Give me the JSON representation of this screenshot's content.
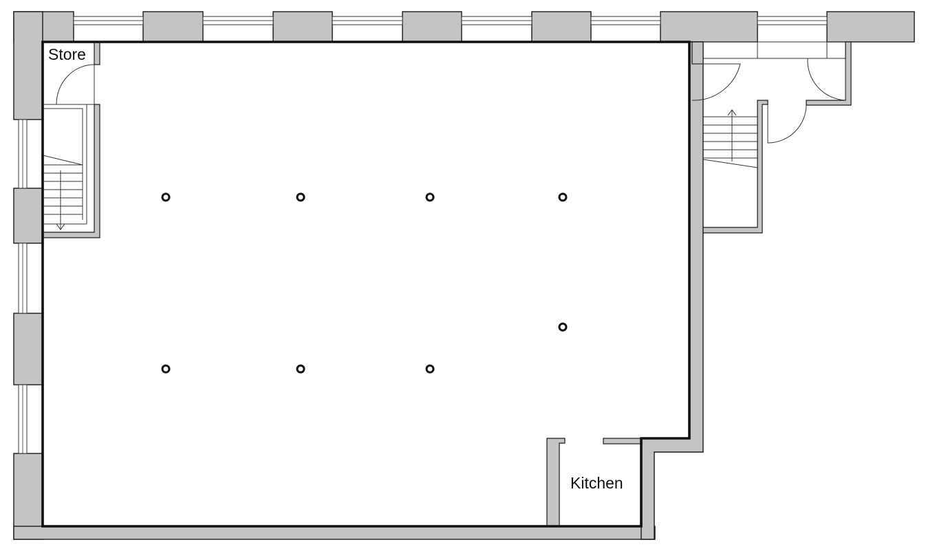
{
  "floor_plan": {
    "rooms": [
      {
        "id": "store",
        "label": "Store"
      },
      {
        "id": "kitchen",
        "label": "Kitchen"
      }
    ],
    "stair_directions": [
      "down",
      "up"
    ],
    "column_count": 8,
    "colors": {
      "wall_fill": "#c4c4c4",
      "outline": "#111111",
      "background": "#ffffff"
    }
  }
}
